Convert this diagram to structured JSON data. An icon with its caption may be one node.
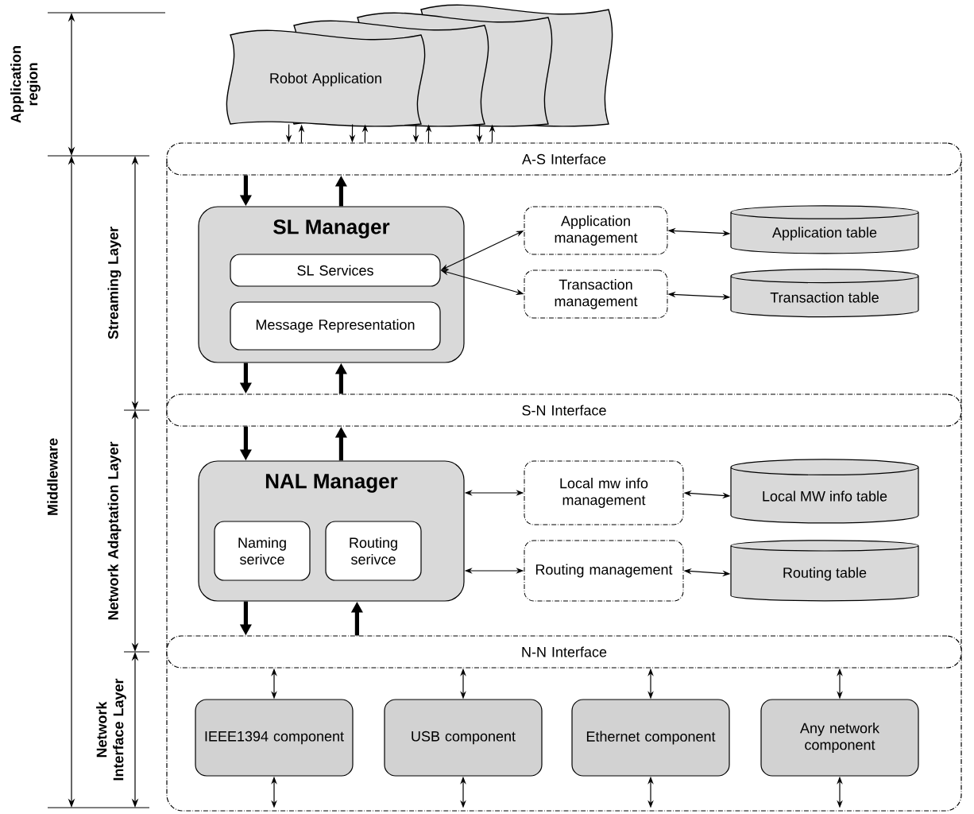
{
  "diagram": {
    "nodes": [
      {
        "text": [
          "Robot Application"
        ]
      },
      {
        "text": [],
        "shape": "cloud"
      },
      {
        "text": [],
        "shape": "cloud"
      },
      {
        "text": [],
        "shape": "cloud"
      },
      {
        "text": [
          "A-S Interface"
        ]
      },
      {
        "text": [
          "SL Manager"
        ]
      },
      {
        "text": [
          "SL Services"
        ],
        "in": 5
      },
      {
        "text": [
          "Message Representation"
        ],
        "in": 5
      },
      {
        "text": [
          "Application management"
        ]
      },
      {
        "text": [
          "Transaction management"
        ]
      },
      {
        "text": [
          "Application table"
        ]
      },
      {
        "text": [
          "Transaction table"
        ]
      },
      {
        "text": [
          "S-N Interface"
        ]
      },
      {
        "text": [
          "NAL Manager"
        ]
      },
      {
        "text": [
          "Naming serivce"
        ],
        "in": 13
      },
      {
        "text": [
          "Routing serivce"
        ],
        "in": 13
      },
      {
        "text": [
          "Local mw info management"
        ]
      },
      {
        "text": [
          "Routing management"
        ]
      },
      {
        "text": [
          "Local MW info table"
        ]
      },
      {
        "text": [
          "Routing table"
        ]
      },
      {
        "text": [
          "N-N Interface"
        ]
      },
      {
        "text": [
          "IEEE1394 component"
        ]
      },
      {
        "text": [
          "USB component"
        ]
      },
      {
        "text": [
          "Ethernet component"
        ]
      },
      {
        "text": [
          "Any network component"
        ]
      }
    ],
    "edges": [
      {
        "from": 0,
        "to": 4,
        "arrow": "to"
      },
      {
        "from": 4,
        "to": 0,
        "arrow": "to"
      },
      {
        "from": 1,
        "to": 4,
        "arrow": "to"
      },
      {
        "from": 4,
        "to": 1,
        "arrow": "to"
      },
      {
        "from": 2,
        "to": 4,
        "arrow": "to"
      },
      {
        "from": 4,
        "to": 2,
        "arrow": "to"
      },
      {
        "from": 3,
        "to": 4,
        "arrow": "to"
      },
      {
        "from": 4,
        "to": 3,
        "arrow": "to"
      },
      {
        "from": 4,
        "to": 5,
        "arrow": "to",
        "style": "thick"
      },
      {
        "from": 5,
        "to": 4,
        "arrow": "to",
        "style": "thick"
      },
      {
        "from": 6,
        "to": 8,
        "arrow": "both"
      },
      {
        "from": 6,
        "to": 9,
        "arrow": "both"
      },
      {
        "from": 8,
        "to": 10,
        "arrow": "both"
      },
      {
        "from": 9,
        "to": 11,
        "arrow": "both"
      },
      {
        "from": 5,
        "to": 12,
        "arrow": "to",
        "style": "thick"
      },
      {
        "from": 12,
        "to": 5,
        "arrow": "to",
        "style": "thick"
      },
      {
        "from": 12,
        "to": 13,
        "arrow": "to",
        "style": "thick"
      },
      {
        "from": 13,
        "to": 12,
        "arrow": "to",
        "style": "thick"
      },
      {
        "from": 13,
        "to": 16,
        "arrow": "both"
      },
      {
        "from": 13,
        "to": 17,
        "arrow": "both"
      },
      {
        "from": 16,
        "to": 18,
        "arrow": "both"
      },
      {
        "from": 17,
        "to": 19,
        "arrow": "both"
      },
      {
        "from": 13,
        "to": 20,
        "arrow": "to",
        "style": "thick"
      },
      {
        "from": 20,
        "to": 13,
        "arrow": "to",
        "style": "thick"
      },
      {
        "from": 20,
        "to": 21,
        "arrow": "both"
      },
      {
        "from": 20,
        "to": 22,
        "arrow": "both"
      },
      {
        "from": 20,
        "to": 23,
        "arrow": "both"
      },
      {
        "from": 20,
        "to": 24,
        "arrow": "both"
      },
      {
        "from": 21,
        "to": null,
        "arrow": "both"
      },
      {
        "from": 22,
        "to": null,
        "arrow": "both"
      },
      {
        "from": 23,
        "to": null,
        "arrow": "both"
      },
      {
        "from": 24,
        "to": null,
        "arrow": "both"
      }
    ],
    "labels": [
      "Application region",
      "Middleware",
      "Streaming Layer",
      "Network Adaptation Layer",
      "Network Interface Layer"
    ]
  }
}
